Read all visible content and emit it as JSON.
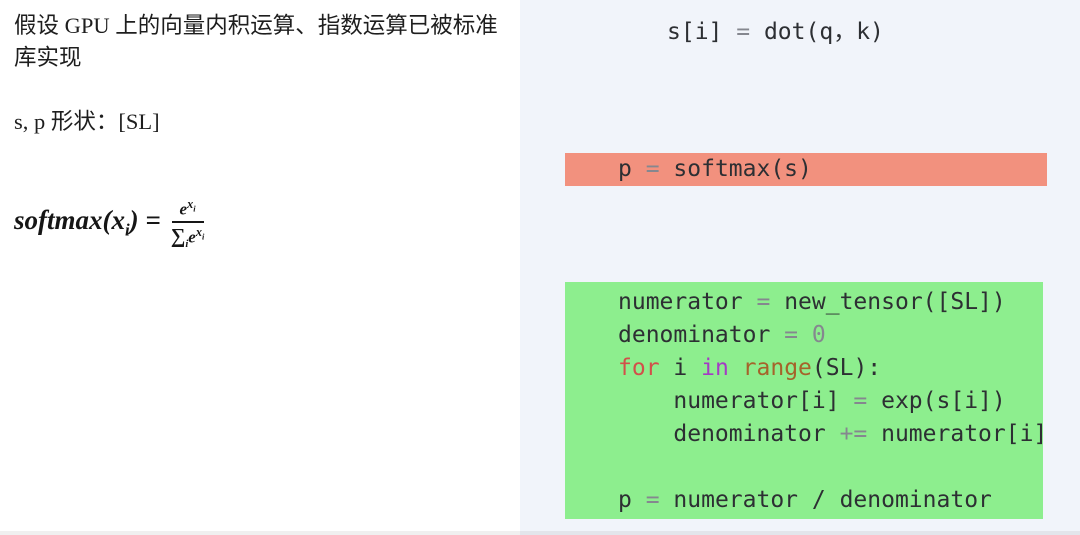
{
  "colors": {
    "page_bg": "#ffffff",
    "panel_bg": "#f1f4fa",
    "red_highlight_bg": "#f2917e",
    "green_highlight_bg": "#8dee8e",
    "tokens": {
      "default": "#2d2f33",
      "operator": "#85878f",
      "keyword": "#d2504a",
      "keyword2": "#a43bc4",
      "builtin": "#a5632a",
      "number": "#85878f"
    }
  },
  "left": {
    "assumption": "假设 GPU 上的向量内积运算、指数运算已被标准库实现",
    "shapes": "s, p 形状：[SL]",
    "formula": {
      "lhs": "softmax(x",
      "lhs_sub": "i",
      "lhs_close": ")",
      "eq": "=",
      "num_e": "e",
      "num_sup_x": "x",
      "num_sup_sub": "i",
      "sum": "∑",
      "sum_sub": "i",
      "den_e": "e",
      "den_sup_x": "x",
      "den_sup_sub": "i"
    }
  },
  "code": {
    "top_lines": [
      [
        [
          "s[i] ",
          "default"
        ],
        [
          "=",
          "operator"
        ],
        [
          " dot(q，k)",
          "default"
        ]
      ]
    ],
    "red_lines": [
      [
        [
          "p ",
          "default"
        ],
        [
          "=",
          "operator"
        ],
        [
          " softmax(s)",
          "default"
        ]
      ]
    ],
    "green_lines": [
      [
        [
          "numerator ",
          "default"
        ],
        [
          "=",
          "operator"
        ],
        [
          " new_tensor([SL])",
          "default"
        ]
      ],
      [
        [
          "denominator ",
          "default"
        ],
        [
          "=",
          "operator"
        ],
        [
          " ",
          "default"
        ],
        [
          "0",
          "number"
        ]
      ],
      [
        [
          "for",
          "keyword"
        ],
        [
          " i ",
          "default"
        ],
        [
          "in",
          "keyword2"
        ],
        [
          " ",
          "default"
        ],
        [
          "range",
          "builtin"
        ],
        [
          "(SL):",
          "default"
        ]
      ],
      [
        [
          "    numerator[i] ",
          "default"
        ],
        [
          "=",
          "operator"
        ],
        [
          " exp(s[i])",
          "default"
        ]
      ],
      [
        [
          "    denominator ",
          "default"
        ],
        [
          "+=",
          "operator"
        ],
        [
          " numerator[i]",
          "default"
        ]
      ],
      [
        [
          "",
          "default"
        ]
      ],
      [
        [
          "p ",
          "default"
        ],
        [
          "=",
          "operator"
        ],
        [
          " numerator / denominator",
          "default"
        ]
      ]
    ]
  }
}
